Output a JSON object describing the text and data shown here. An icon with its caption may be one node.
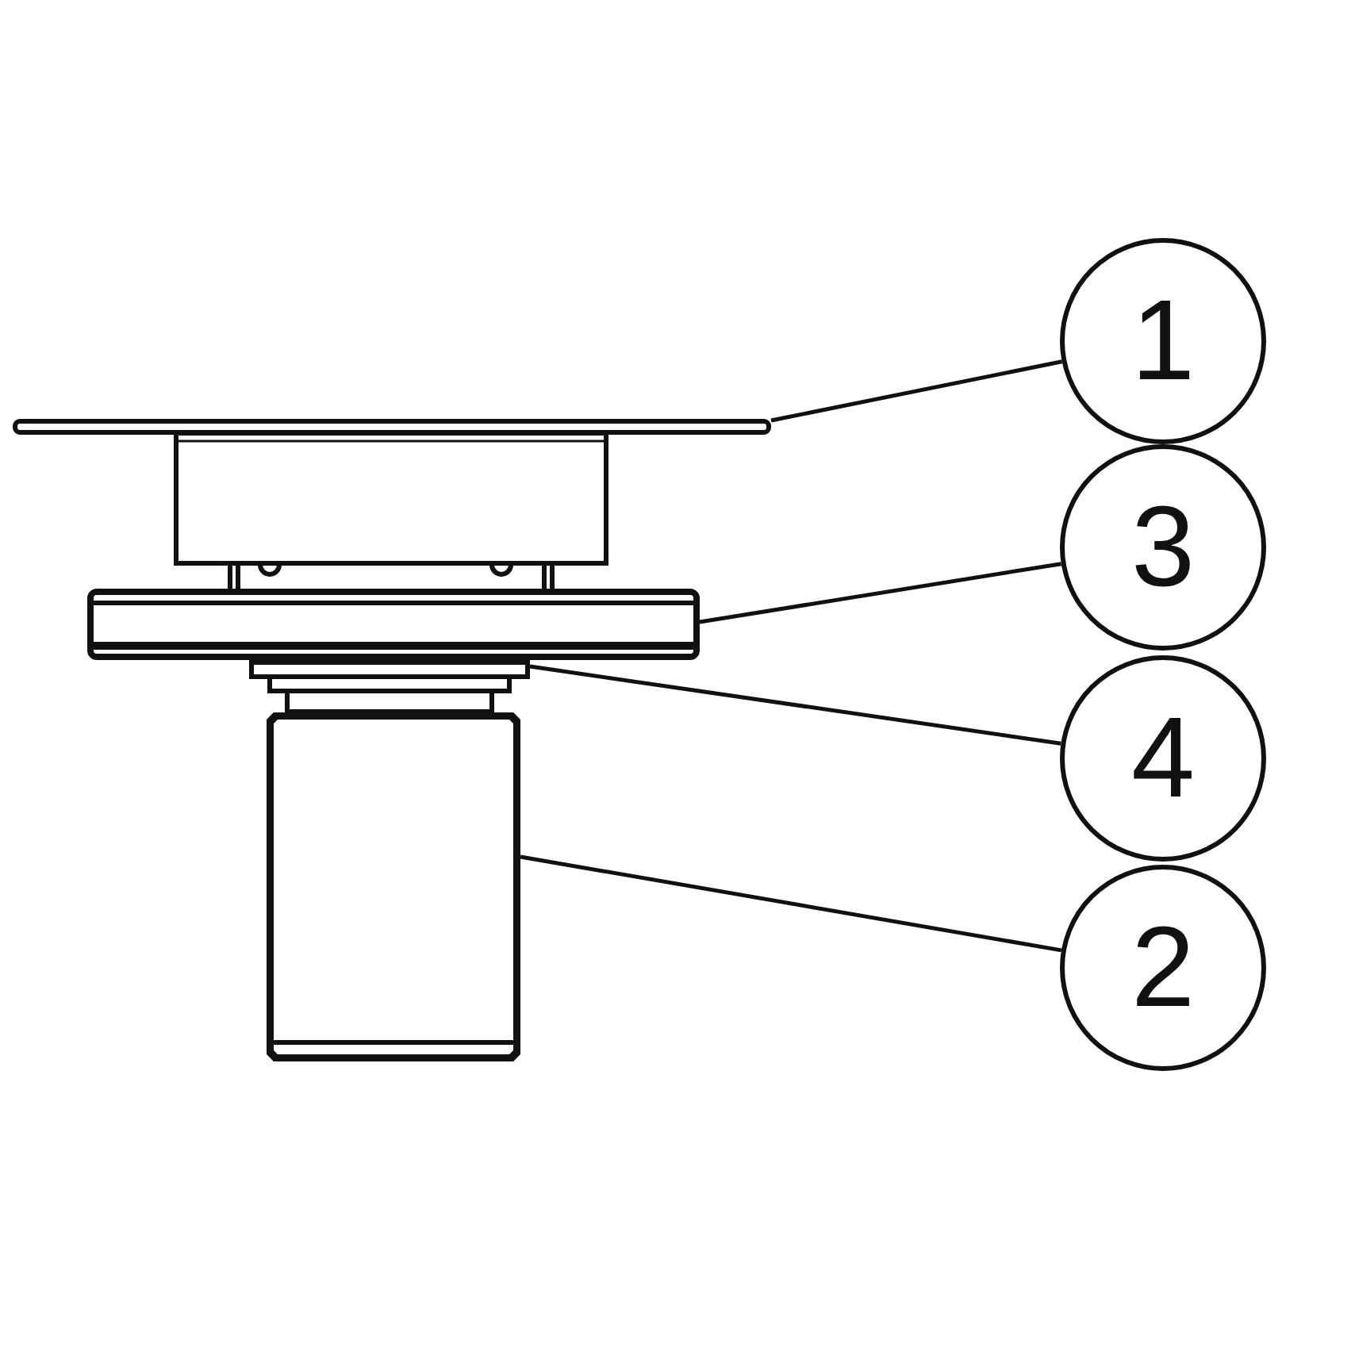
{
  "diagram": {
    "nodes": [
      {
        "text": [
          "1"
        ]
      },
      {
        "text": [
          "3"
        ]
      },
      {
        "text": [
          "4"
        ]
      },
      {
        "text": [
          "2"
        ]
      },
      {
        "text": [],
        "shape": "bar"
      },
      {
        "text": [],
        "shape": "bar"
      },
      {
        "text": [],
        "shape": "box"
      },
      {
        "text": [],
        "shape": "box"
      }
    ],
    "edges": [
      {
        "from": 0,
        "to": 4,
        "arrow": "none"
      },
      {
        "from": 1,
        "to": 5,
        "arrow": "none"
      },
      {
        "from": 2,
        "to": 6,
        "arrow": "none"
      },
      {
        "from": 3,
        "to": 7,
        "arrow": "none"
      }
    ]
  }
}
